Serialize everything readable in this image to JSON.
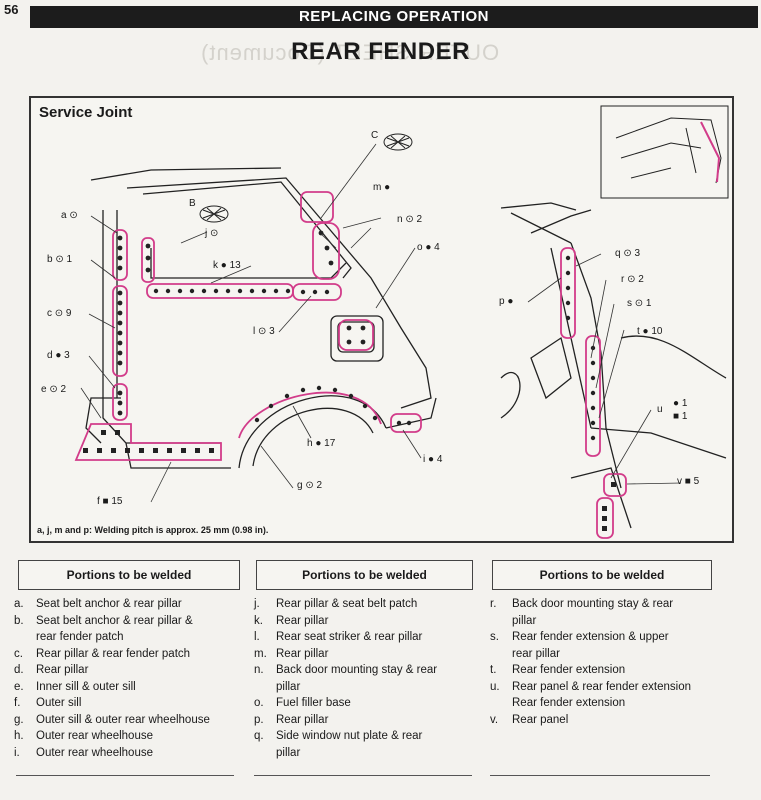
{
  "page_number": "56",
  "header": "REPLACING OPERATION",
  "title": "REAR FENDER",
  "diagram": {
    "heading": "Service Joint",
    "labels": {
      "a": "a ⊙",
      "b": "b ⊙ 1",
      "c": "c ⊙ 9",
      "d": "d ● 3",
      "e": "e ⊙ 2",
      "f": "f ■ 15",
      "g": "g ⊙ 2",
      "h": "h ● 17",
      "i": "i ● 4",
      "j": "j ⊙",
      "k": "k ● 13",
      "l": "l ⊙ 3",
      "m": "m ●",
      "n": "n ⊙ 2",
      "o": "o ● 4",
      "p": "p ●",
      "q": "q ⊙ 3",
      "r": "r ⊙ 2",
      "s": "s ⊙ 1",
      "t": "t ● 10",
      "u1": "u",
      "u2": "● 1",
      "u3": "■ 1",
      "v": "v ■ 5",
      "B": "B",
      "C": "C"
    },
    "note": "a, j, m and p:  Welding pitch is approx. 25 mm (0.98 in)."
  },
  "tables": [
    {
      "header": "Portions to be welded",
      "items": [
        {
          "key": "a.",
          "text": "Seat belt anchor & rear pillar"
        },
        {
          "key": "b.",
          "text": "Seat belt anchor & rear pillar &"
        },
        {
          "key": "",
          "text": "rear fender patch"
        },
        {
          "key": "c.",
          "text": "Rear pillar & rear fender patch"
        },
        {
          "key": "d.",
          "text": "Rear pillar"
        },
        {
          "key": "e.",
          "text": "Inner sill & outer sill"
        },
        {
          "key": "f.",
          "text": "Outer sill"
        },
        {
          "key": "g.",
          "text": "Outer sill & outer rear wheelhouse"
        },
        {
          "key": "h.",
          "text": "Outer rear wheelhouse"
        },
        {
          "key": "i.",
          "text": "Outer rear wheelhouse"
        }
      ]
    },
    {
      "header": "Portions to be welded",
      "items": [
        {
          "key": "j.",
          "text": "Rear pillar & seat belt patch"
        },
        {
          "key": "k.",
          "text": "Rear pillar"
        },
        {
          "key": "l.",
          "text": "Rear seat striker & rear pillar"
        },
        {
          "key": "m.",
          "text": "Rear pillar"
        },
        {
          "key": "n.",
          "text": "Back door mounting stay & rear"
        },
        {
          "key": "",
          "text": "pillar"
        },
        {
          "key": "o.",
          "text": "Fuel filler base"
        },
        {
          "key": "p.",
          "text": "Rear pillar"
        },
        {
          "key": "q.",
          "text": "Side window nut plate & rear"
        },
        {
          "key": "",
          "text": "pillar"
        }
      ]
    },
    {
      "header": "Portions to be welded",
      "items": [
        {
          "key": "r.",
          "text": "Back door mounting stay & rear"
        },
        {
          "key": "",
          "text": "pillar"
        },
        {
          "key": "s.",
          "text": "Rear fender extension & upper"
        },
        {
          "key": "",
          "text": "rear pillar"
        },
        {
          "key": "t.",
          "text": "Rear fender extension"
        },
        {
          "key": "u.",
          "text": "Rear panel & rear fender extension"
        },
        {
          "key": "",
          "text": "Rear fender extension"
        },
        {
          "key": "v.",
          "text": "Rear panel"
        }
      ]
    }
  ]
}
